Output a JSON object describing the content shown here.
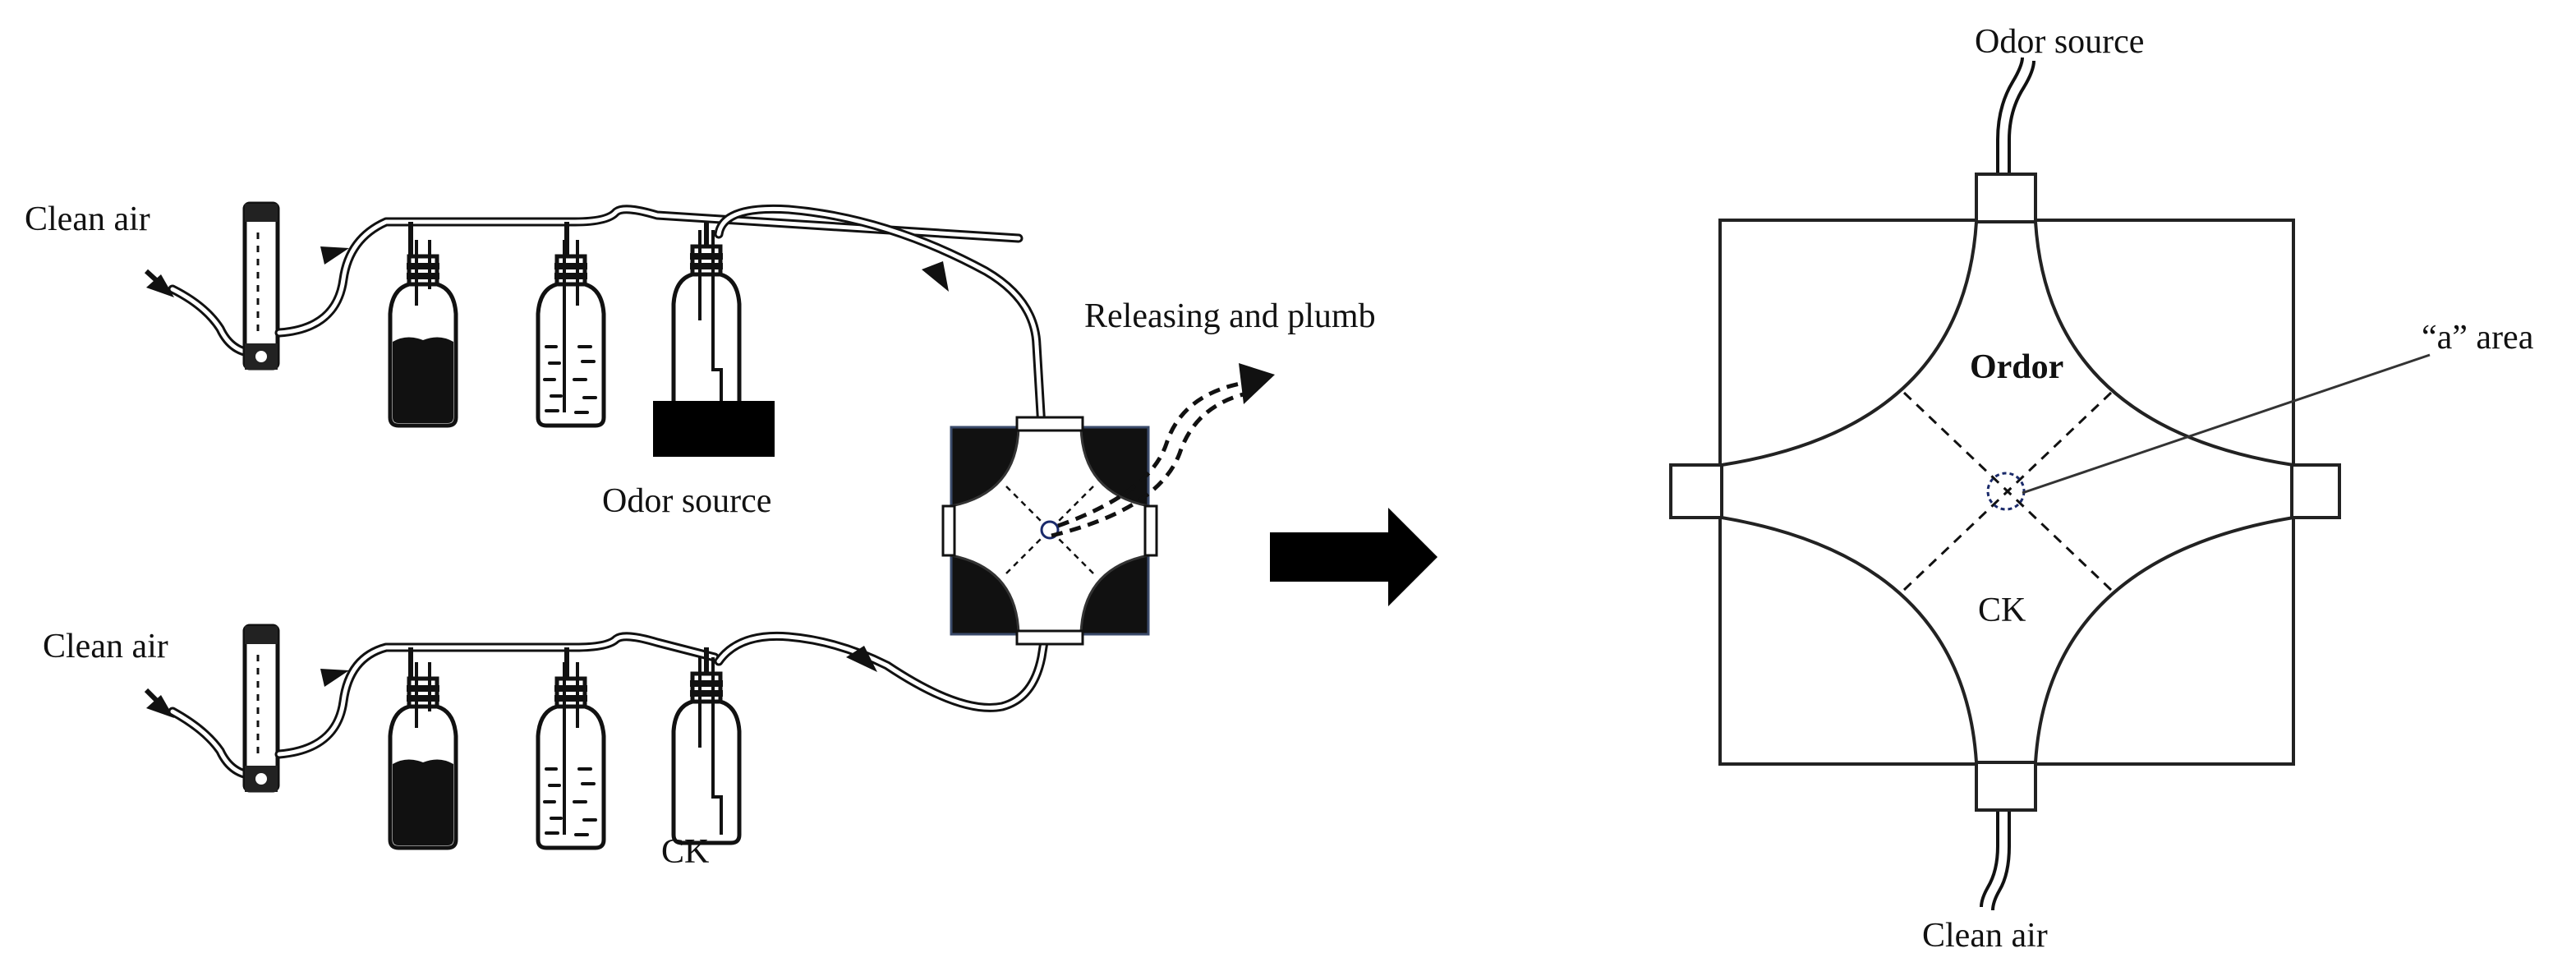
{
  "left_diagram": {
    "top_line": {
      "input_label": "Clean air",
      "source_label": "Odor source"
    },
    "bottom_line": {
      "input_label": "Clean air",
      "source_label": "CK"
    },
    "exhaust_label": "Releasing and plumb"
  },
  "right_diagram": {
    "top_port_label": "Odor source",
    "bottom_port_label": "Clean air",
    "upper_zone_label": "Ordor",
    "lower_zone_label": "CK",
    "area_callout_label": "“a” area"
  }
}
